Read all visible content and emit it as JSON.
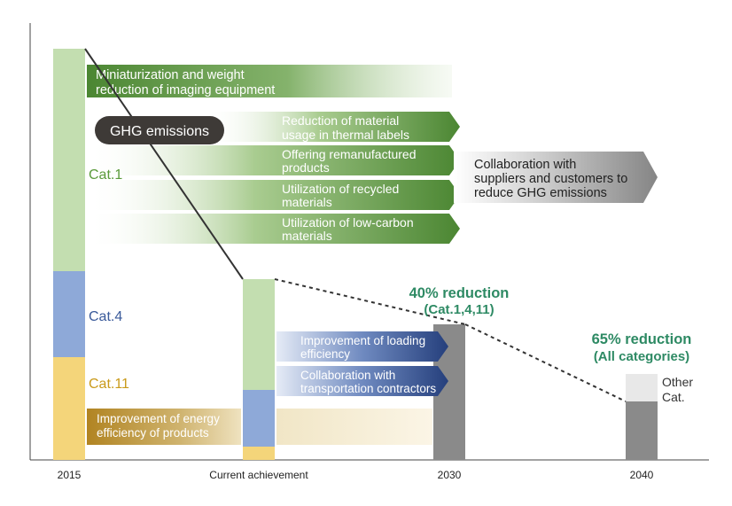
{
  "years": {
    "y2015": "2015",
    "current": "Current achievement",
    "y2030": "2030",
    "y2040": "2040"
  },
  "categories": {
    "cat1": "Cat.1",
    "cat4": "Cat.4",
    "cat11": "Cat.11"
  },
  "ghg_label": "GHG emissions",
  "cat1_arrows": {
    "a1": [
      "Miniaturization and weight",
      "reduction of imaging equipment"
    ],
    "a2": [
      "Reduction of material",
      "usage in thermal labels"
    ],
    "a3": [
      "Offering remanufactured",
      "products"
    ],
    "a4": [
      "Utilization of recycled",
      "materials"
    ],
    "a5": [
      "Utilization of low-carbon",
      "materials"
    ]
  },
  "collaboration": [
    "Collaboration with",
    "suppliers and customers to",
    "reduce GHG emissions"
  ],
  "cat4_arrows": {
    "b1": [
      "Improvement of loading",
      "efficiency"
    ],
    "b2": [
      "Collaboration with",
      "transportation contractors"
    ]
  },
  "cat11_arrow": [
    "Improvement of energy",
    "efficiency of products"
  ],
  "targets": {
    "t2030_main": "40% reduction",
    "t2030_sub": "(Cat.1,4,11)",
    "t2040_main": "65% reduction",
    "t2040_sub": "(All categories)",
    "other_line1": "Other",
    "other_line2": "Cat."
  },
  "colors": {
    "cat1": "#c3deb0",
    "cat4": "#8ea9d8",
    "cat11": "#f4d57a",
    "target_bar": "#8a8a8a",
    "other_bar": "#e8e8e8",
    "green_arrow": "#4e8a35",
    "blue_arrow": "#2e4f8d",
    "gold_arrow": "#b48a2a",
    "gray_arrow": "#8f8f8f",
    "target_text": "#2e8a64"
  }
}
